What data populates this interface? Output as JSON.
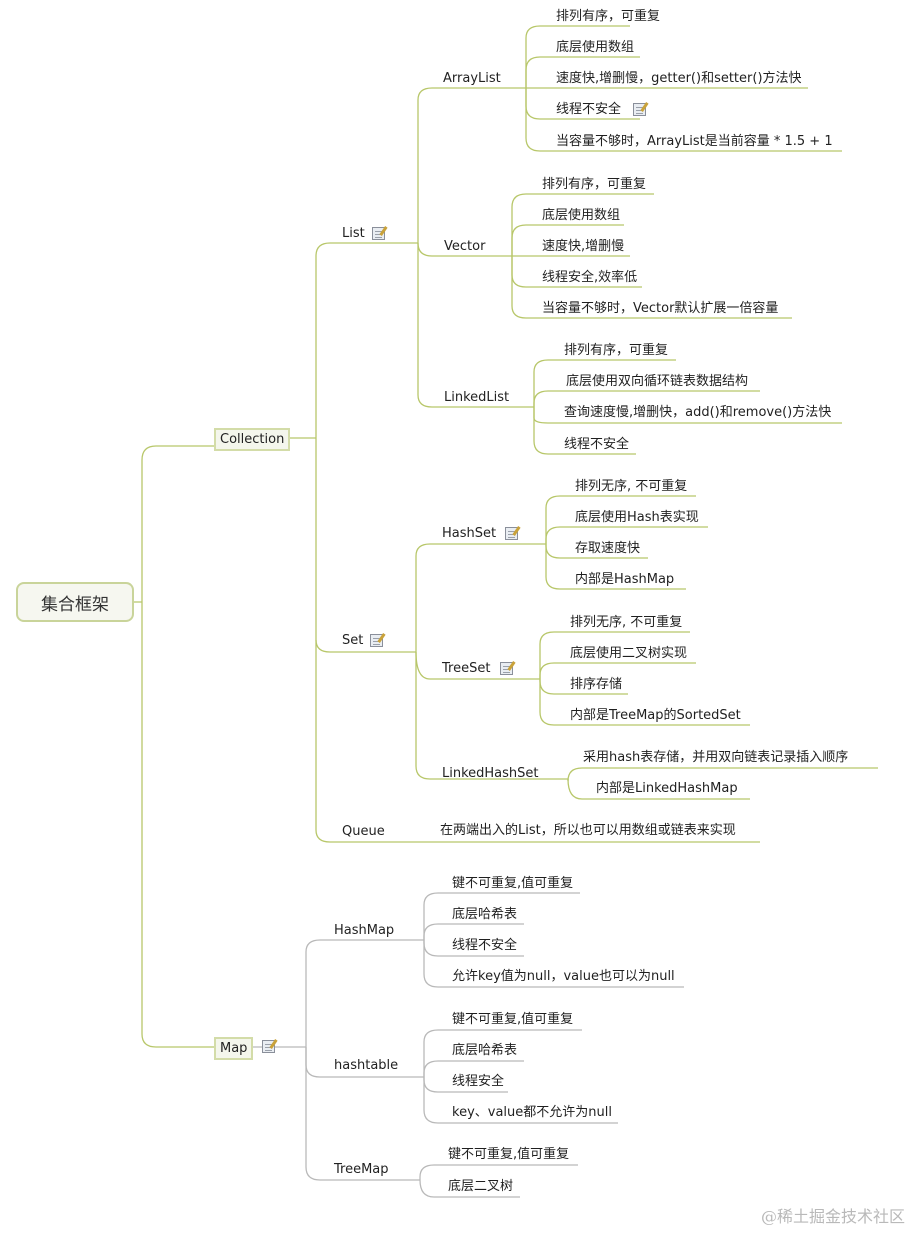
{
  "title": "集合框架",
  "colors": {
    "collection_line": "#b8c76a",
    "map_line": "#b9b9b9",
    "root_border": "#c9d49a"
  },
  "collection": {
    "label": "Collection",
    "list": {
      "label": "List",
      "arraylist": {
        "label": "ArrayList",
        "items": [
          "排列有序，可重复",
          "底层使用数组",
          "速度快,增删慢，getter()和setter()方法快",
          "线程不安全",
          "当容量不够时，ArrayList是当前容量 * 1.5 + 1"
        ]
      },
      "vector": {
        "label": "Vector",
        "items": [
          "排列有序，可重复",
          "底层使用数组",
          "速度快,增删慢",
          "线程安全,效率低",
          "当容量不够时，Vector默认扩展一倍容量"
        ]
      },
      "linkedlist": {
        "label": "LinkedList",
        "items": [
          "排列有序，可重复",
          "底层使用双向循环链表数据结构",
          "查询速度慢,增删快，add()和remove()方法快",
          "线程不安全"
        ]
      }
    },
    "set": {
      "label": "Set",
      "hashset": {
        "label": "HashSet",
        "items": [
          "排列无序, 不可重复",
          "底层使用Hash表实现",
          "存取速度快",
          "内部是HashMap"
        ]
      },
      "treeset": {
        "label": "TreeSet",
        "items": [
          "排列无序, 不可重复",
          "底层使用二叉树实现",
          "排序存储",
          "内部是TreeMap的SortedSet"
        ]
      },
      "linkedhashset": {
        "label": "LinkedHashSet",
        "items": [
          "采用hash表存储，并用双向链表记录插入顺序",
          "内部是LinkedHashMap"
        ]
      }
    },
    "queue": {
      "label": "Queue",
      "items": [
        "在两端出入的List，所以也可以用数组或链表来实现"
      ]
    }
  },
  "map": {
    "label": "Map",
    "hashmap": {
      "label": "HashMap",
      "items": [
        "键不可重复,值可重复",
        "底层哈希表",
        "线程不安全",
        "允许key值为null，value也可以为null"
      ]
    },
    "hashtable": {
      "label": "hashtable",
      "items": [
        "键不可重复,值可重复",
        "底层哈希表",
        "线程安全",
        "key、value都不允许为null"
      ]
    },
    "treemap": {
      "label": "TreeMap",
      "items": [
        "键不可重复,值可重复",
        "底层二叉树"
      ]
    }
  },
  "watermark": "@稀土掘金技术社区"
}
